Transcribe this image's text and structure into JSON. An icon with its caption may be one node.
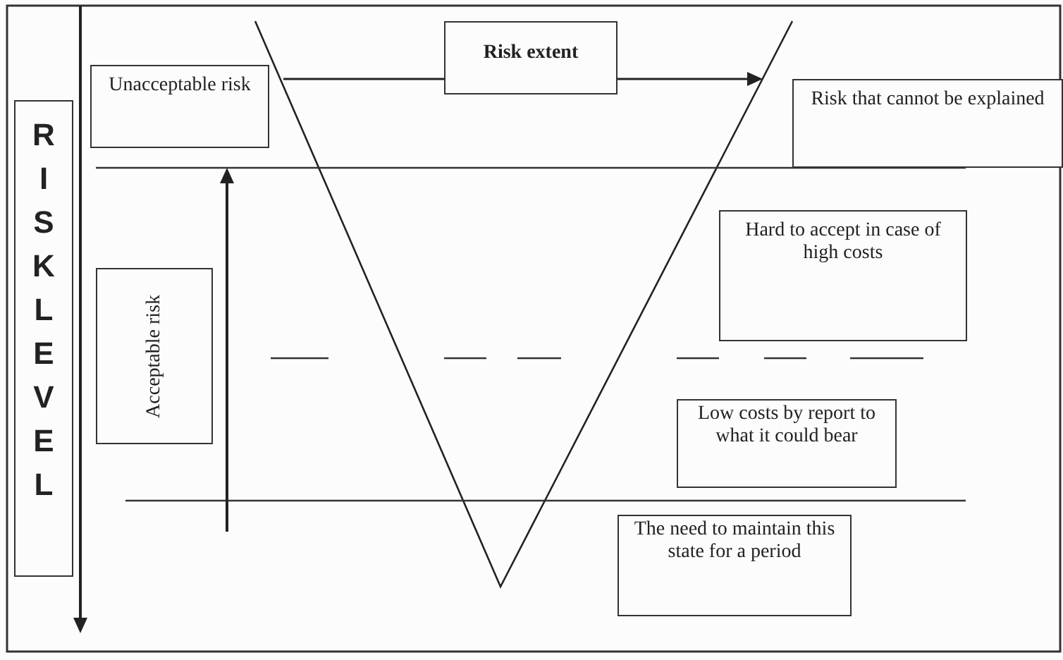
{
  "diagram": {
    "nodes": [
      {
        "text": [
          "Risk extent"
        ]
      },
      {
        "text": [
          "Unacceptable risk"
        ]
      },
      {
        "text": [
          "Risk that cannot be explained"
        ]
      },
      {
        "text": [
          "RISK LEVEL"
        ]
      },
      {
        "text": [
          "Hard to accept in case of high costs"
        ]
      },
      {
        "text": [
          "Acceptable risk"
        ]
      },
      {
        "text": [
          "Low costs by report to what it could bear"
        ]
      },
      {
        "text": [
          "The need to maintain this state for a period"
        ]
      }
    ],
    "edges": []
  }
}
